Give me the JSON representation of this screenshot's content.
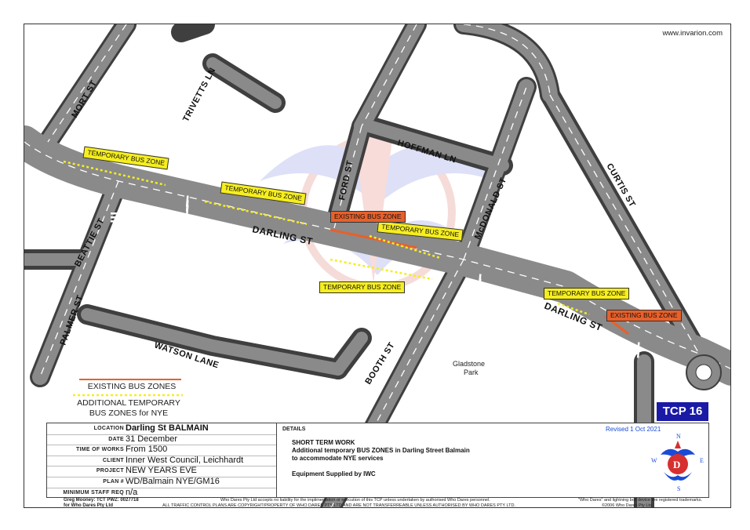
{
  "header": {
    "website": "www.invarion.com"
  },
  "streets": {
    "mort": "MORT ST",
    "trivetts": "TRIVETTS LN",
    "ford": "FORD ST",
    "hoffman": "HOFFMAN LN",
    "mcdonald": "McDONALD ST",
    "curtis": "CURTIS ST",
    "darling_1": "DARLING ST",
    "darling_2": "DARLING ST",
    "beattie": "BEATTIE ST",
    "palmer": "PALMER ST",
    "watson": "WATSON LANE",
    "booth": "BOOTH ST"
  },
  "park": {
    "line1": "Gladstone",
    "line2": "Park"
  },
  "zones": {
    "temp_1": "TEMPORARY BUS ZONE",
    "temp_2": "TEMPORARY BUS ZONE",
    "temp_3": "TEMPORARY BUS ZONE",
    "temp_4": "TEMPORARY BUS ZONE",
    "temp_5": "TEMPORARY BUS ZONE",
    "exist_1": "EXISTING BUS ZONE",
    "exist_2": "EXISTING BUS ZONE"
  },
  "legend": {
    "existing": "EXISTING BUS ZONES",
    "additional_1": "ADDITIONAL TEMPORARY",
    "additional_2": "BUS ZONES for NYE",
    "existing_color": "#e8602a",
    "temporary_color": "#f6ee1e"
  },
  "plan_id": "TCP 16",
  "info": {
    "rows": [
      {
        "key": "LOCATION",
        "value": "Darling St  BALMAIN"
      },
      {
        "key": "DATE",
        "value": "31 December"
      },
      {
        "key": "TIME OF WORKS",
        "value": "From 1500"
      },
      {
        "key": "CLIENT",
        "value": "Inner West Council, Leichhardt"
      },
      {
        "key": "PROJECT",
        "value": "NEW YEARS EVE"
      },
      {
        "key": "PLAN #",
        "value": "WD/Balmain NYE/GM16"
      },
      {
        "key": "MINIMUM STAFF REQ",
        "value": "n/a"
      }
    ],
    "details_title": "DETAILS",
    "details_1": "SHORT TERM WORK",
    "details_2": "Additional temporary BUS ZONES in Darling Street Balmain",
    "details_3": "to accommodate NYE services",
    "details_4": "Equipment Supplied by IWC",
    "revised": "Revised 1 Oct 2021"
  },
  "compass": {
    "n": "N",
    "s": "S",
    "e": "E",
    "w": "W"
  },
  "footer": {
    "author_1": "Greg Mooney: TCT PWZ: 0027718",
    "author_2": "for Who Dares Pty Ltd",
    "disclaimer_1": "Who Dares Pty Ltd accepts no liability for the implimentation or execution of this TCP unless undertaken by authorised Who Dares personnel.",
    "disclaimer_2": "ALL TRAFFIC CONTROL PLANS ARE COPYRIGHT/PROPERTY OF WHO DARES PTY LTD AND ARE NOT TRANSFERREABLE UNLESS AUTHORISED BY WHO DARES PTY LTD.",
    "trademark": "\"Who Dares\" and lightning bolt device are registered trademarks.",
    "copyright": "©2006 Who Dares Pty Ltd"
  },
  "colors": {
    "road": "#7d7d7d",
    "road_edge": "#4a4a4a",
    "lane": "#ffffff",
    "brand_blue": "#1a1aa6"
  }
}
